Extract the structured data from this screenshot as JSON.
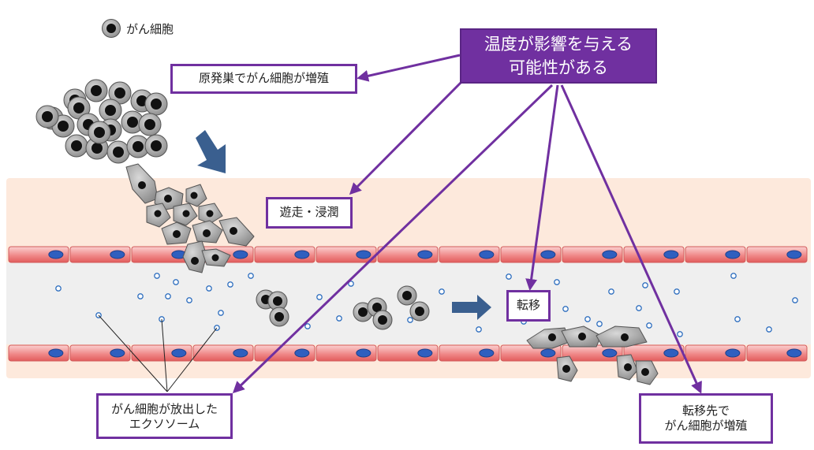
{
  "legend": {
    "label": "がん細胞",
    "icon": "cancer-cell-icon"
  },
  "main_label": {
    "lines": [
      "温度が影響を与える",
      "可能性がある"
    ]
  },
  "labels": {
    "primary": "原発巣でがん細胞が増殖",
    "invasion": "遊走・浸潤",
    "metastasis": "転移",
    "exosome": [
      "がん細胞が放出した",
      "エクソソーム"
    ],
    "secondary": [
      "転移先で",
      "がん細胞が増殖"
    ]
  },
  "colors": {
    "accent": "#7030a0",
    "tissue": "#fde9dc",
    "vessel_lumen": "#efefef",
    "endothelium": "#f07f7f",
    "nucleus_endothelial": "#2f5fbf",
    "arrow_blue": "#3a5f8f",
    "cell_body": "#a6a6a6",
    "cell_nucleus": "#111111"
  }
}
